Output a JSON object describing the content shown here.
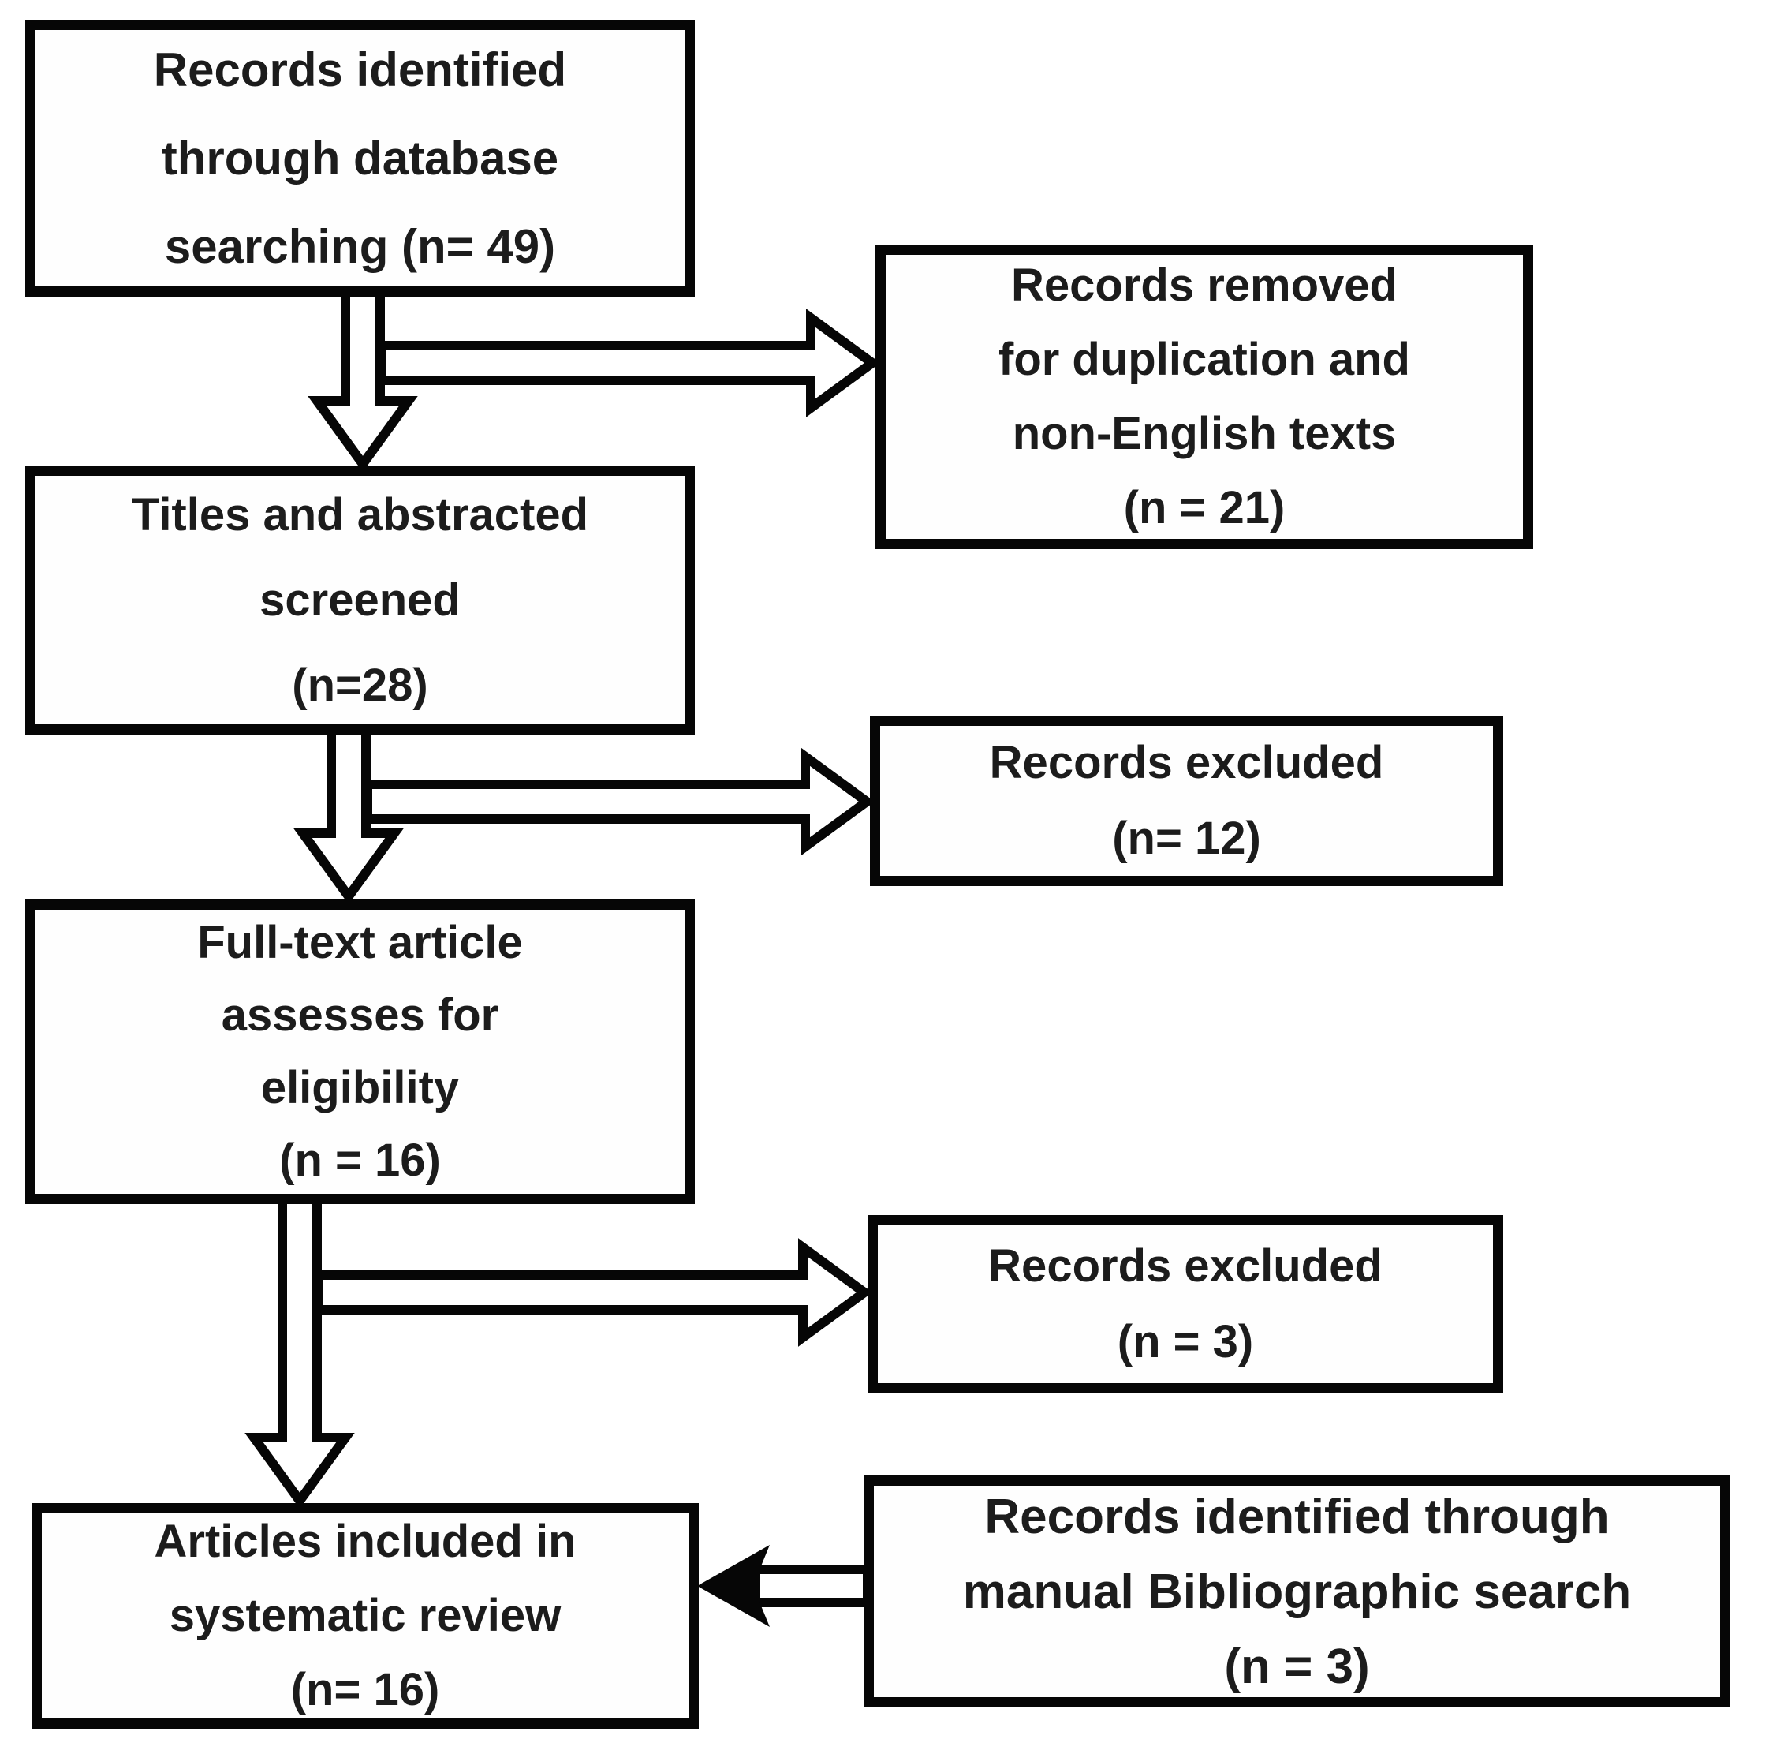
{
  "figure": {
    "title": "PRISMA study selection flow diagram",
    "background_color": "#ffffff",
    "box_border_color": "#000000",
    "text_color": "#1c1c1c"
  },
  "boxes": [
    {
      "id": "identified-database",
      "lines": [
        "Records identified",
        "through database",
        "searching (n= 49)"
      ]
    },
    {
      "id": "removed-duplicates",
      "lines": [
        "Records removed",
        "for duplication and",
        "non-English texts",
        "(n = 21)"
      ]
    },
    {
      "id": "titles-abstracts-screened",
      "lines": [
        "Titles and abstracted",
        "screened",
        "(n=28)"
      ]
    },
    {
      "id": "excluded-screening",
      "lines": [
        "Records excluded",
        "(n= 12)"
      ]
    },
    {
      "id": "fulltext-assessed",
      "lines": [
        "Full-text article",
        "assesses for",
        "eligibility",
        "(n = 16)"
      ]
    },
    {
      "id": "excluded-fulltext",
      "lines": [
        "Records excluded",
        "(n = 3)"
      ]
    },
    {
      "id": "included-review",
      "lines": [
        "Articles included in",
        "systematic review",
        "(n= 16)"
      ]
    },
    {
      "id": "identified-manual",
      "lines": [
        "Records identified through",
        "manual Bibliographic search",
        "(n = 3)"
      ]
    }
  ],
  "counts": {
    "identified_database": 49,
    "removed_duplication_non_english": 21,
    "titles_abstracts_screened": 28,
    "excluded_after_screening": 12,
    "fulltext_assessed": 16,
    "excluded_after_fulltext": 3,
    "included_systematic_review": 16,
    "identified_manual_bibliographic": 3
  },
  "arrows": [
    {
      "id": "a1",
      "from": "identified-database",
      "to": "titles-abstracts-screened",
      "direction": "down",
      "head": "open"
    },
    {
      "id": "a2",
      "from": "identified-database-flow",
      "to": "removed-duplicates",
      "direction": "right",
      "head": "open"
    },
    {
      "id": "a3",
      "from": "titles-abstracts-screened",
      "to": "fulltext-assessed",
      "direction": "down",
      "head": "open"
    },
    {
      "id": "a4",
      "from": "screening-flow",
      "to": "excluded-screening",
      "direction": "right",
      "head": "open"
    },
    {
      "id": "a5",
      "from": "fulltext-assessed",
      "to": "included-review",
      "direction": "down",
      "head": "open"
    },
    {
      "id": "a6",
      "from": "fulltext-flow",
      "to": "excluded-fulltext",
      "direction": "right",
      "head": "open"
    },
    {
      "id": "a7",
      "from": "identified-manual",
      "to": "included-review",
      "direction": "left",
      "head": "solid"
    }
  ]
}
